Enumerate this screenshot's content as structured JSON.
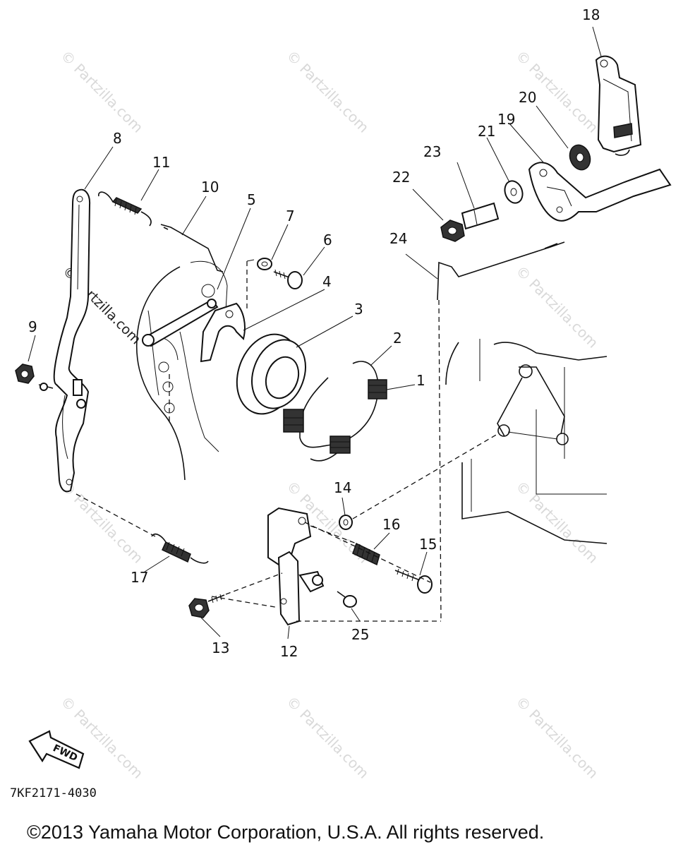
{
  "callouts": {
    "p1": "1",
    "p2": "2",
    "p3": "3",
    "p4": "4",
    "p5": "5",
    "p6": "6",
    "p7": "7",
    "p8": "8",
    "p9": "9",
    "p10": "10",
    "p11": "11",
    "p12": "12",
    "p13": "13",
    "p14": "14",
    "p15": "15",
    "p16": "16",
    "p17": "17",
    "p18": "18",
    "p19": "19",
    "p20": "20",
    "p21": "21",
    "p22": "22",
    "p23": "23",
    "p24": "24",
    "p25": "25"
  },
  "watermark": "© Partzilla.com",
  "fwd_label": "FWD",
  "diagram_code": "7KF2171-4030",
  "copyright": "©2013  Yamaha Motor Corporation, U.S.A. All rights reserved."
}
